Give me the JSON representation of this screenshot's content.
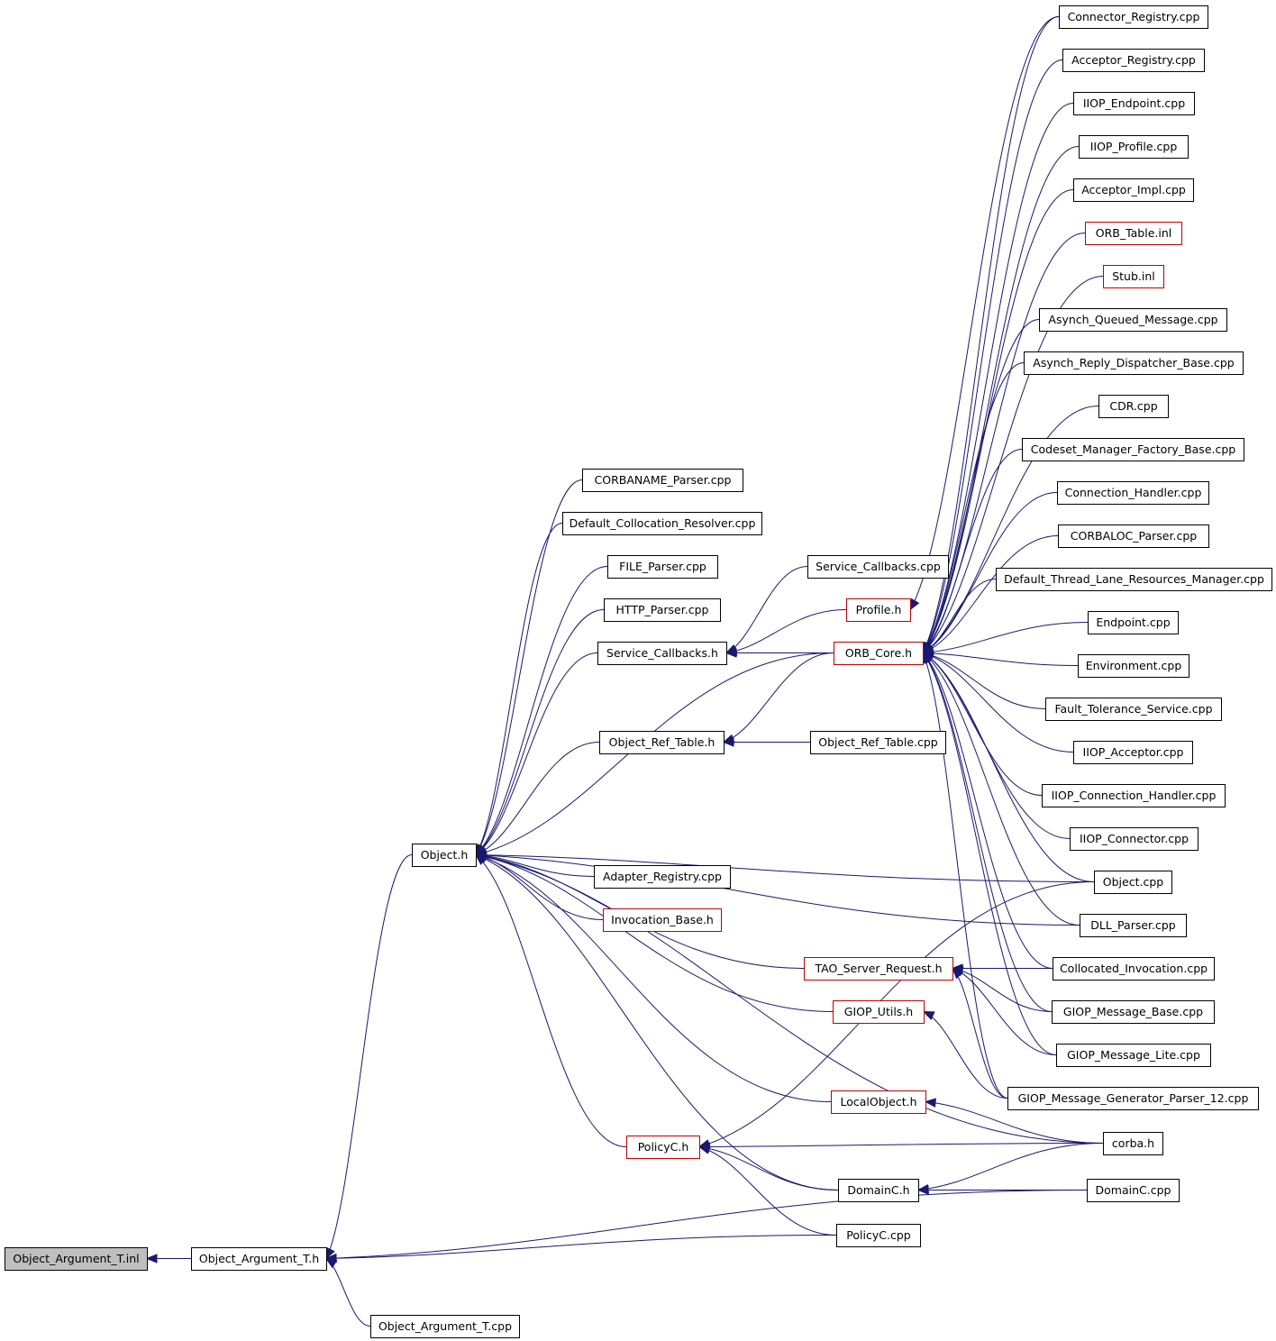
{
  "diagram": {
    "root": "Object_Argument_T.inl",
    "colors": {
      "edge": "#191970",
      "border": "#000000",
      "border_red": "#c00000",
      "root_fill": "#bfbfbf"
    },
    "nodes": [
      {
        "id": "root",
        "label": "Object_Argument_T.inl",
        "style": "root"
      },
      {
        "id": "oath",
        "label": "Object_Argument_T.h",
        "style": "normal"
      },
      {
        "id": "oatcpp",
        "label": "Object_Argument_T.cpp",
        "style": "normal"
      },
      {
        "id": "objh",
        "label": "Object.h",
        "style": "normal"
      },
      {
        "id": "corbaname",
        "label": "CORBANAME_Parser.cpp",
        "style": "normal"
      },
      {
        "id": "defcoll",
        "label": "Default_Collocation_Resolver.cpp",
        "style": "normal"
      },
      {
        "id": "filep",
        "label": "FILE_Parser.cpp",
        "style": "normal"
      },
      {
        "id": "httpp",
        "label": "HTTP_Parser.cpp",
        "style": "normal"
      },
      {
        "id": "scbh",
        "label": "Service_Callbacks.h",
        "style": "normal"
      },
      {
        "id": "scbcpp",
        "label": "Service_Callbacks.cpp",
        "style": "normal"
      },
      {
        "id": "profh",
        "label": "Profile.h",
        "style": "red"
      },
      {
        "id": "orbcore",
        "label": "ORB_Core.h",
        "style": "red"
      },
      {
        "id": "ortah",
        "label": "Object_Ref_Table.h",
        "style": "normal"
      },
      {
        "id": "ortacpp",
        "label": "Object_Ref_Table.cpp",
        "style": "normal"
      },
      {
        "id": "adreg",
        "label": "Adapter_Registry.cpp",
        "style": "normal"
      },
      {
        "id": "invb",
        "label": "Invocation_Base.h",
        "style": "red"
      },
      {
        "id": "tsr",
        "label": "TAO_Server_Request.h",
        "style": "red"
      },
      {
        "id": "giopu",
        "label": "GIOP_Utils.h",
        "style": "red"
      },
      {
        "id": "locobj",
        "label": "LocalObject.h",
        "style": "red"
      },
      {
        "id": "polh",
        "label": "PolicyC.h",
        "style": "red"
      },
      {
        "id": "domh",
        "label": "DomainC.h",
        "style": "normal"
      },
      {
        "id": "polcpp",
        "label": "PolicyC.cpp",
        "style": "normal"
      },
      {
        "id": "connreg",
        "label": "Connector_Registry.cpp",
        "style": "normal"
      },
      {
        "id": "accreg",
        "label": "Acceptor_Registry.cpp",
        "style": "normal"
      },
      {
        "id": "iiopep",
        "label": "IIOP_Endpoint.cpp",
        "style": "normal"
      },
      {
        "id": "iioppr",
        "label": "IIOP_Profile.cpp",
        "style": "normal"
      },
      {
        "id": "accimpl",
        "label": "Acceptor_Impl.cpp",
        "style": "normal"
      },
      {
        "id": "orbtab",
        "label": "ORB_Table.inl",
        "style": "red"
      },
      {
        "id": "stub",
        "label": "Stub.inl",
        "style": "red"
      },
      {
        "id": "aqm",
        "label": "Asynch_Queued_Message.cpp",
        "style": "normal"
      },
      {
        "id": "ardb",
        "label": "Asynch_Reply_Dispatcher_Base.cpp",
        "style": "normal"
      },
      {
        "id": "cdr",
        "label": "CDR.cpp",
        "style": "normal"
      },
      {
        "id": "cmfb",
        "label": "Codeset_Manager_Factory_Base.cpp",
        "style": "normal"
      },
      {
        "id": "connh",
        "label": "Connection_Handler.cpp",
        "style": "normal"
      },
      {
        "id": "corbaloc",
        "label": "CORBALOC_Parser.cpp",
        "style": "normal"
      },
      {
        "id": "dtlrm",
        "label": "Default_Thread_Lane_Resources_Manager.cpp",
        "style": "normal"
      },
      {
        "id": "endp",
        "label": "Endpoint.cpp",
        "style": "normal"
      },
      {
        "id": "env",
        "label": "Environment.cpp",
        "style": "normal"
      },
      {
        "id": "fts",
        "label": "Fault_Tolerance_Service.cpp",
        "style": "normal"
      },
      {
        "id": "iiopacc",
        "label": "IIOP_Acceptor.cpp",
        "style": "normal"
      },
      {
        "id": "iiopch",
        "label": "IIOP_Connection_Handler.cpp",
        "style": "normal"
      },
      {
        "id": "iiopconn",
        "label": "IIOP_Connector.cpp",
        "style": "normal"
      },
      {
        "id": "objcpp",
        "label": "Object.cpp",
        "style": "normal"
      },
      {
        "id": "dllp",
        "label": "DLL_Parser.cpp",
        "style": "normal"
      },
      {
        "id": "collinv",
        "label": "Collocated_Invocation.cpp",
        "style": "normal"
      },
      {
        "id": "giopmb",
        "label": "GIOP_Message_Base.cpp",
        "style": "normal"
      },
      {
        "id": "giopml",
        "label": "GIOP_Message_Lite.cpp",
        "style": "normal"
      },
      {
        "id": "giopmg",
        "label": "GIOP_Message_Generator_Parser_12.cpp",
        "style": "normal"
      },
      {
        "id": "corbah",
        "label": "corba.h",
        "style": "normal"
      },
      {
        "id": "domcpp",
        "label": "DomainC.cpp",
        "style": "normal"
      }
    ],
    "edges": [
      [
        "oath",
        "root"
      ],
      [
        "oatcpp",
        "oath"
      ],
      [
        "objh",
        "oath"
      ],
      [
        "polcpp",
        "oath"
      ],
      [
        "domcpp",
        "oath"
      ],
      [
        "corbaname",
        "objh"
      ],
      [
        "defcoll",
        "objh"
      ],
      [
        "filep",
        "objh"
      ],
      [
        "httpp",
        "objh"
      ],
      [
        "scbh",
        "objh"
      ],
      [
        "orbcore",
        "objh"
      ],
      [
        "ortah",
        "objh"
      ],
      [
        "objcpp",
        "objh"
      ],
      [
        "dllp",
        "objh"
      ],
      [
        "adreg",
        "objh"
      ],
      [
        "invb",
        "objh"
      ],
      [
        "tsr",
        "objh"
      ],
      [
        "giopu",
        "objh"
      ],
      [
        "corbah",
        "objh"
      ],
      [
        "locobj",
        "objh"
      ],
      [
        "polh",
        "objh"
      ],
      [
        "domh",
        "objh"
      ],
      [
        "scbcpp",
        "scbh"
      ],
      [
        "profh",
        "scbh"
      ],
      [
        "orbcore",
        "scbh"
      ],
      [
        "orbcore",
        "ortah"
      ],
      [
        "ortacpp",
        "ortah"
      ],
      [
        "connreg",
        "profh"
      ],
      [
        "connreg",
        "orbcore"
      ],
      [
        "accreg",
        "orbcore"
      ],
      [
        "iiopep",
        "orbcore"
      ],
      [
        "iioppr",
        "orbcore"
      ],
      [
        "accimpl",
        "orbcore"
      ],
      [
        "orbtab",
        "orbcore"
      ],
      [
        "stub",
        "orbcore"
      ],
      [
        "aqm",
        "orbcore"
      ],
      [
        "ardb",
        "orbcore"
      ],
      [
        "cdr",
        "orbcore"
      ],
      [
        "cmfb",
        "orbcore"
      ],
      [
        "connh",
        "orbcore"
      ],
      [
        "corbaloc",
        "orbcore"
      ],
      [
        "dtlrm",
        "orbcore"
      ],
      [
        "endp",
        "orbcore"
      ],
      [
        "env",
        "orbcore"
      ],
      [
        "fts",
        "orbcore"
      ],
      [
        "iiopacc",
        "orbcore"
      ],
      [
        "iiopch",
        "orbcore"
      ],
      [
        "iiopconn",
        "orbcore"
      ],
      [
        "objcpp",
        "orbcore"
      ],
      [
        "dllp",
        "orbcore"
      ],
      [
        "collinv",
        "orbcore"
      ],
      [
        "giopmb",
        "orbcore"
      ],
      [
        "giopml",
        "orbcore"
      ],
      [
        "giopmg",
        "orbcore"
      ],
      [
        "collinv",
        "tsr"
      ],
      [
        "giopmb",
        "tsr"
      ],
      [
        "giopml",
        "tsr"
      ],
      [
        "giopmg",
        "tsr"
      ],
      [
        "giopmg",
        "giopu"
      ],
      [
        "corbah",
        "locobj"
      ],
      [
        "objcpp",
        "polh"
      ],
      [
        "corbah",
        "polh"
      ],
      [
        "domh",
        "polh"
      ],
      [
        "polcpp",
        "polh"
      ],
      [
        "corbah",
        "domh"
      ],
      [
        "domcpp",
        "domh"
      ]
    ]
  }
}
